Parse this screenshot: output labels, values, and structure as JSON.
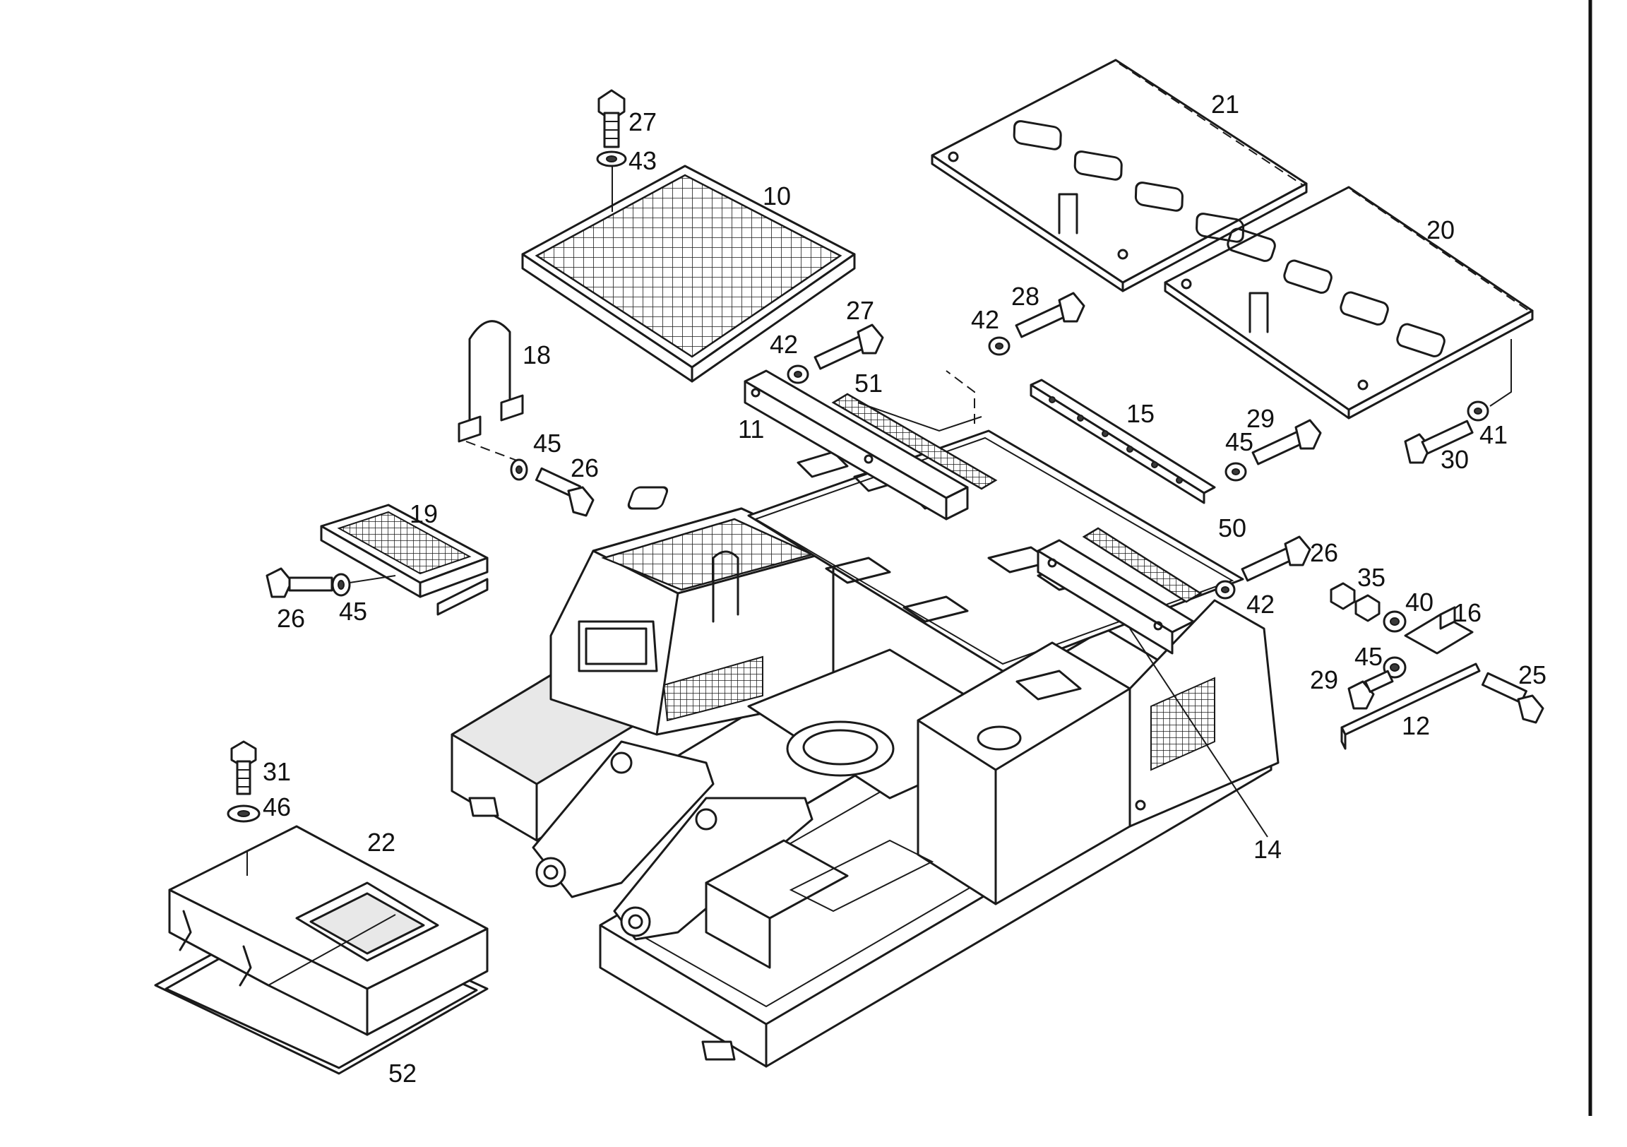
{
  "diagram": {
    "colors": {
      "line": "#1a1a1a",
      "background": "#ffffff"
    },
    "labels": {
      "p10": "10",
      "p11": "11",
      "p12": "12",
      "p14": "14",
      "p15": "15",
      "p16": "16",
      "p18": "18",
      "p19": "19",
      "p20": "20",
      "p21": "21",
      "p22": "22",
      "p25": "25",
      "p26a": "26",
      "p26b": "26",
      "p26c": "26",
      "p27a": "27",
      "p27b": "27",
      "p28": "28",
      "p29a": "29",
      "p29b": "29",
      "p30": "30",
      "p31": "31",
      "p35": "35",
      "p40": "40",
      "p41": "41",
      "p42a": "42",
      "p42b": "42",
      "p42c": "42",
      "p43": "43",
      "p45a": "45",
      "p45b": "45",
      "p45c": "45",
      "p45d": "45",
      "p46": "46",
      "p50": "50",
      "p51": "51",
      "p52": "52"
    }
  }
}
